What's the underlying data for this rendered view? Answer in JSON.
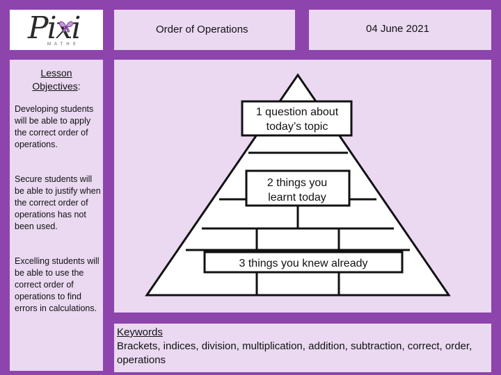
{
  "header": {
    "logo_text": "Pixi",
    "logo_subtext": "MATHS",
    "title": "Order of Operations",
    "date": "04 June 2021"
  },
  "objectives": {
    "heading_line1": "Lesson",
    "heading_line2": "Objectives",
    "heading_colon": ":",
    "developing": "Developing students will be able to apply the correct order of operations.",
    "secure": "Secure students will be able to justify when the correct order of operations has not been used.",
    "excelling": "Excelling students will be able to use the correct order of operations to find errors in calculations."
  },
  "pyramid": {
    "top_line1": "1 question about",
    "top_line2": "today’s topic",
    "middle_line1": "2 things you",
    "middle_line2": "learnt today",
    "bottom": "3 things you knew already"
  },
  "keywords": {
    "title": "Keywords",
    "text": "Brackets, indices, division, multiplication, addition, subtraction, correct, order, operations"
  },
  "colors": {
    "background": "#8e44ad",
    "panel": "#ead9f1",
    "logo_accent": "#9b59b6"
  }
}
